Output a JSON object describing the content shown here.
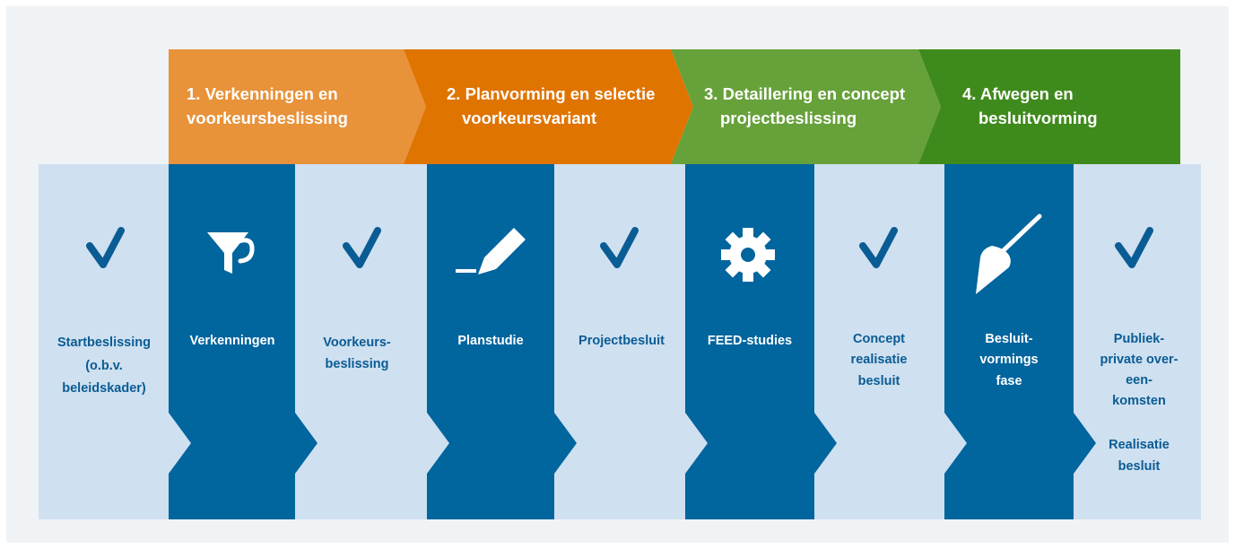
{
  "phases": [
    {
      "line1": "1. Verkenningen en",
      "line2": "voorkeursbeslissing",
      "color": "#e8923a"
    },
    {
      "line1": "2. Planvorming en selectie",
      "line2": "voorkeursvariant",
      "color": "#e07400"
    },
    {
      "line1": "3. Detaillering en concept",
      "line2": "projectbeslissing",
      "color": "#67a13a"
    },
    {
      "line1": "4. Afwegen en",
      "line2": "besluitvorming",
      "color": "#3f8a1c"
    }
  ],
  "columns": [
    {
      "type": "light",
      "icon": "checkmark-icon",
      "lines": [
        "Startbeslissing",
        "(o.b.v.",
        "beleidskader)"
      ]
    },
    {
      "type": "dark",
      "icon": "funnel-icon",
      "lines": [
        "Verkenningen"
      ]
    },
    {
      "type": "light",
      "icon": "checkmark-icon",
      "lines": [
        "Voorkeurs-",
        "beslissing"
      ]
    },
    {
      "type": "dark",
      "icon": "pencil-icon",
      "lines": [
        "Planstudie"
      ]
    },
    {
      "type": "light",
      "icon": "checkmark-icon",
      "lines": [
        "Projectbesluit"
      ]
    },
    {
      "type": "dark",
      "icon": "gear-icon",
      "lines": [
        "FEED-studies"
      ]
    },
    {
      "type": "light",
      "icon": "checkmark-icon",
      "lines": [
        "Concept",
        "realisatie",
        "besluit"
      ]
    },
    {
      "type": "dark",
      "icon": "trowel-icon",
      "lines": [
        "Besluit-",
        "vormings",
        "fase"
      ]
    },
    {
      "type": "light",
      "icon": "checkmark-icon",
      "lines": [
        "Publiek-",
        "private over-",
        "een-",
        "komsten"
      ],
      "extra": [
        "Realisatie",
        "besluit"
      ]
    }
  ],
  "colors": {
    "light_column": "#cfe0f0",
    "dark_column": "#01659e",
    "text_blue": "#0a5c94",
    "background": "#f0f3f6"
  }
}
